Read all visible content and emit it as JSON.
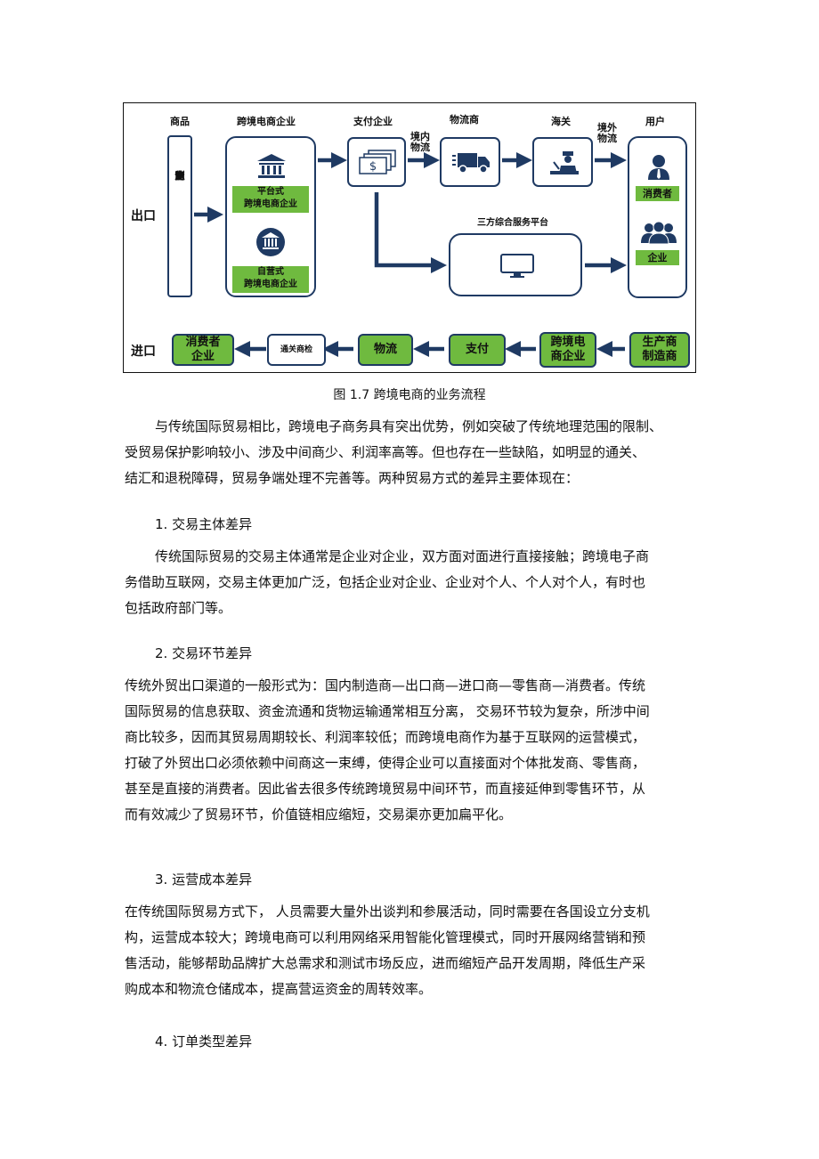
{
  "figure": {
    "headers": {
      "goods": "商品",
      "ce_enterprise": "跨境电商企业",
      "payment": "支付企业",
      "logistics": "物流商",
      "customs": "海关",
      "user": "用户"
    },
    "export_label": "出口",
    "import_label": "进口",
    "producer_vertical": [
      "生",
      "产",
      "商",
      "/",
      "制",
      "造",
      "商"
    ],
    "platform_label": "平台式\n跨境电商企业",
    "self_label": "自营式\n跨境电商企业",
    "domestic_logistics": "境内\n物流",
    "foreign_logistics": "境外\n物流",
    "third_party": "三方综合服务平台",
    "consumer": "消费者",
    "enterprise": "企业",
    "import_flow": [
      "消费者\n企业",
      "通关商检",
      "物流",
      "支付",
      "跨境电\n商企业",
      "生产商\n制造商"
    ]
  },
  "caption": "图 1.7  跨境电商的业务流程",
  "paragraphs": [
    [
      "与传统国际贸易相比，跨境电子商务具有突出优势，例如突破了传统地理范围的限制、",
      "受贸易保护影响较小、涉及中间商少、利润率高等。但也存在一些缺陷，如明显的通关、",
      "结汇和退税障碍，贸易争端处理不完善等。两种贸易方式的差异主要体现在："
    ],
    [
      "1.  交易主体差异"
    ],
    [
      "传统国际贸易的交易主体通常是企业对企业，双方面对面进行直接接触；跨境电子商",
      "务借助互联网，交易主体更加广泛，包括企业对企业、企业对个人、个人对个人，有时也",
      "包括政府部门等。"
    ],
    [
      "2.  交易环节差异"
    ],
    [
      "传统外贸出口渠道的一般形式为：国内制造商—出口商—进口商—零售商—消费者。传统",
      "国际贸易的信息获取、资金流通和货物运输通常相互分离，    交易环节较为复杂，所涉中间",
      "商比较多，因而其贸易周期较长、利润率较低；而跨境电商作为基于互联网的运营模式，",
      "打破了外贸出口必须依赖中间商这一束缚，使得企业可以直接面对个体批发商、零售商，",
      "甚至是直接的消费者。因此省去很多传统跨境贸易中间环节，而直接延伸到零售环节，从",
      "而有效减少了贸易环节，价值链相应缩短，交易渠亦更加扁平化。"
    ],
    [
      "3.  运营成本差异"
    ],
    [
      "在传统国际贸易方式下，    人员需要大量外出谈判和参展活动，同时需要在各国设立分支机",
      "构，运营成本较大；跨境电商可以利用网络采用智能化管理模式，同时开展网络营销和预",
      "售活动，能够帮助品牌扩大总需求和测试市场反应，进而缩短产品开发周期，降低生产采",
      "购成本和物流仓储成本，提高营运资金的周转效率。"
    ],
    [
      "4.  订单类型差异"
    ]
  ]
}
